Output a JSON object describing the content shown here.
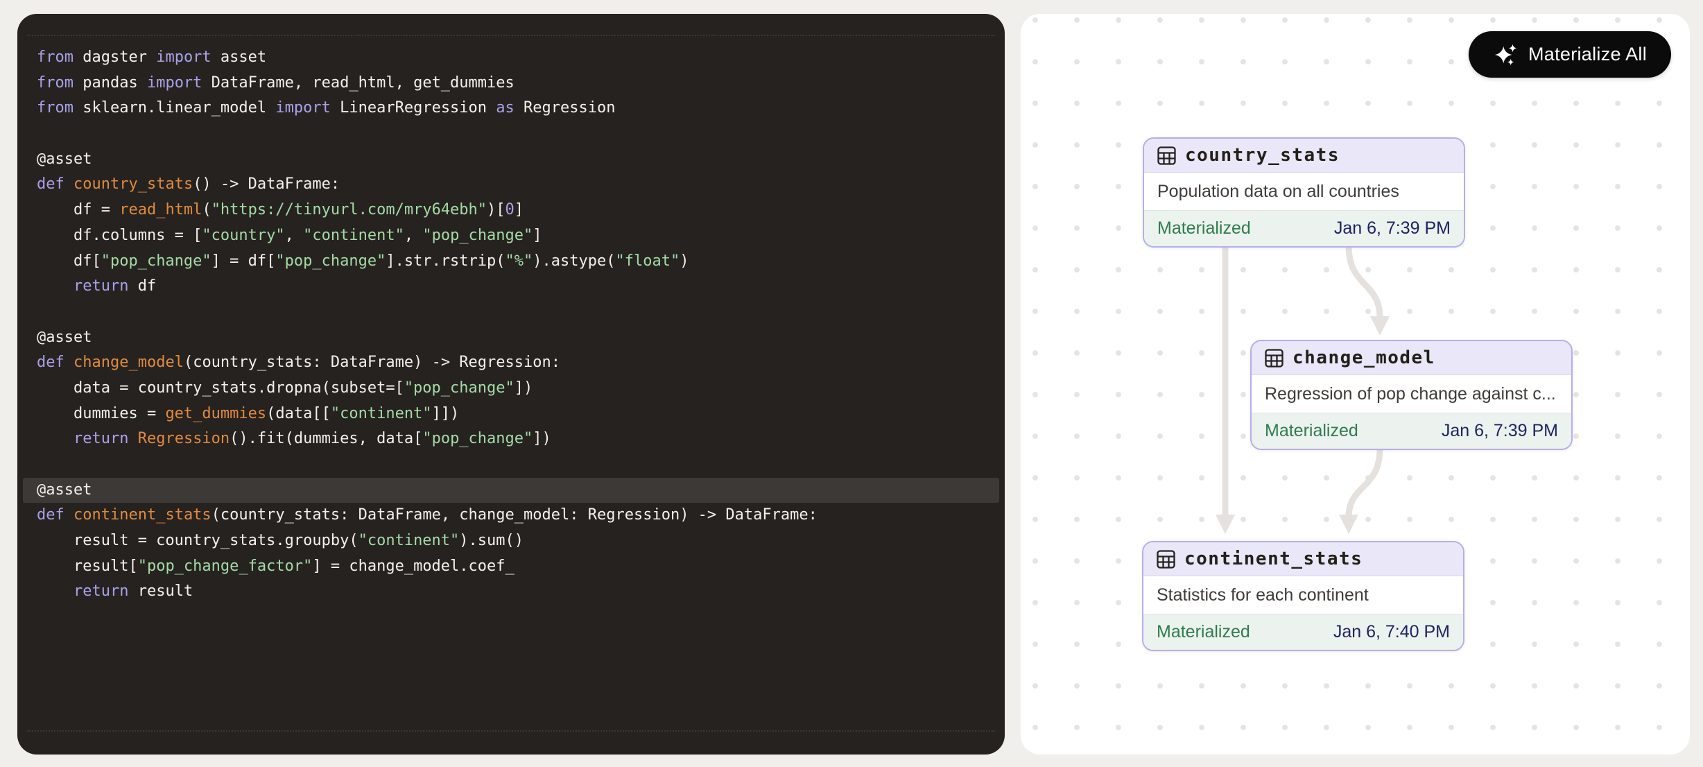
{
  "colors": {
    "page_bg": "#f1efec",
    "code_bg": "#262220",
    "code_default": "#f4f0ec",
    "code_keyword": "#a9a2e9",
    "code_function": "#e08b3e",
    "code_string": "#a4dba6",
    "code_highlight_line_bg": "#3d3936",
    "graph_bg": "#ffffff",
    "graph_dot": "#e6e3e0",
    "edge": "#e4e1de",
    "node_border": "#b6aee9",
    "node_header_bg": "#e9e7f8",
    "node_footer_bg": "#ecf2ed",
    "status_green": "#2e7c4f",
    "timestamp_navy": "#1e2363",
    "button_bg": "#0b0b0c"
  },
  "code_panel": {
    "language": "python",
    "lines": [
      {
        "tokens": [
          {
            "c": "k",
            "t": "from"
          },
          {
            "c": "d",
            "t": " dagster "
          },
          {
            "c": "k",
            "t": "import"
          },
          {
            "c": "d",
            "t": " asset"
          }
        ]
      },
      {
        "tokens": [
          {
            "c": "k",
            "t": "from"
          },
          {
            "c": "d",
            "t": " pandas "
          },
          {
            "c": "k",
            "t": "import"
          },
          {
            "c": "d",
            "t": " DataFrame, read_html, get_dummies"
          }
        ]
      },
      {
        "tokens": [
          {
            "c": "k",
            "t": "from"
          },
          {
            "c": "d",
            "t": " sklearn.linear_model "
          },
          {
            "c": "k",
            "t": "import"
          },
          {
            "c": "d",
            "t": " LinearRegression "
          },
          {
            "c": "k",
            "t": "as"
          },
          {
            "c": "d",
            "t": " Regression"
          }
        ]
      },
      {
        "tokens": []
      },
      {
        "tokens": [
          {
            "c": "d",
            "t": "@asset"
          }
        ]
      },
      {
        "tokens": [
          {
            "c": "k",
            "t": "def"
          },
          {
            "c": "d",
            "t": " "
          },
          {
            "c": "f",
            "t": "country_stats"
          },
          {
            "c": "d",
            "t": "() -> DataFrame:"
          }
        ]
      },
      {
        "tokens": [
          {
            "c": "d",
            "t": "    df = "
          },
          {
            "c": "f",
            "t": "read_html"
          },
          {
            "c": "d",
            "t": "("
          },
          {
            "c": "s",
            "t": "\"https://tinyurl.com/mry64ebh\""
          },
          {
            "c": "d",
            "t": ")["
          },
          {
            "c": "n",
            "t": "0"
          },
          {
            "c": "d",
            "t": "]"
          }
        ]
      },
      {
        "tokens": [
          {
            "c": "d",
            "t": "    df.columns = ["
          },
          {
            "c": "s",
            "t": "\"country\""
          },
          {
            "c": "d",
            "t": ", "
          },
          {
            "c": "s",
            "t": "\"continent\""
          },
          {
            "c": "d",
            "t": ", "
          },
          {
            "c": "s",
            "t": "\"pop_change\""
          },
          {
            "c": "d",
            "t": "]"
          }
        ]
      },
      {
        "tokens": [
          {
            "c": "d",
            "t": "    df["
          },
          {
            "c": "s",
            "t": "\"pop_change\""
          },
          {
            "c": "d",
            "t": "] = df["
          },
          {
            "c": "s",
            "t": "\"pop_change\""
          },
          {
            "c": "d",
            "t": "].str.rstrip("
          },
          {
            "c": "s",
            "t": "\"%\""
          },
          {
            "c": "d",
            "t": ").astype("
          },
          {
            "c": "s",
            "t": "\"float\""
          },
          {
            "c": "d",
            "t": ")"
          }
        ]
      },
      {
        "tokens": [
          {
            "c": "d",
            "t": "    "
          },
          {
            "c": "k",
            "t": "return"
          },
          {
            "c": "d",
            "t": " df"
          }
        ]
      },
      {
        "tokens": []
      },
      {
        "tokens": [
          {
            "c": "d",
            "t": "@asset"
          }
        ]
      },
      {
        "tokens": [
          {
            "c": "k",
            "t": "def"
          },
          {
            "c": "d",
            "t": " "
          },
          {
            "c": "f",
            "t": "change_model"
          },
          {
            "c": "d",
            "t": "(country_stats: DataFrame) -> Regression:"
          }
        ]
      },
      {
        "tokens": [
          {
            "c": "d",
            "t": "    data = country_stats.dropna(subset=["
          },
          {
            "c": "s",
            "t": "\"pop_change\""
          },
          {
            "c": "d",
            "t": "])"
          }
        ]
      },
      {
        "tokens": [
          {
            "c": "d",
            "t": "    dummies = "
          },
          {
            "c": "f",
            "t": "get_dummies"
          },
          {
            "c": "d",
            "t": "(data[["
          },
          {
            "c": "s",
            "t": "\"continent\""
          },
          {
            "c": "d",
            "t": "]])"
          }
        ]
      },
      {
        "tokens": [
          {
            "c": "d",
            "t": "    "
          },
          {
            "c": "k",
            "t": "return"
          },
          {
            "c": "d",
            "t": " "
          },
          {
            "c": "f",
            "t": "Regression"
          },
          {
            "c": "d",
            "t": "().fit(dummies, data["
          },
          {
            "c": "s",
            "t": "\"pop_change\""
          },
          {
            "c": "d",
            "t": "])"
          }
        ]
      },
      {
        "tokens": []
      },
      {
        "tokens": [
          {
            "c": "d",
            "t": "@asset"
          }
        ],
        "highlighted": true
      },
      {
        "tokens": [
          {
            "c": "k",
            "t": "def"
          },
          {
            "c": "d",
            "t": " "
          },
          {
            "c": "f",
            "t": "continent_stats"
          },
          {
            "c": "d",
            "t": "(country_stats: DataFrame, change_model: Regression) -> DataFrame:"
          }
        ]
      },
      {
        "tokens": [
          {
            "c": "d",
            "t": "    result = country_stats.groupby("
          },
          {
            "c": "s",
            "t": "\"continent\""
          },
          {
            "c": "d",
            "t": ").sum()"
          }
        ]
      },
      {
        "tokens": [
          {
            "c": "d",
            "t": "    result["
          },
          {
            "c": "s",
            "t": "\"pop_change_factor\""
          },
          {
            "c": "d",
            "t": "] = change_model.coef_"
          }
        ]
      },
      {
        "tokens": [
          {
            "c": "d",
            "t": "    "
          },
          {
            "c": "k",
            "t": "return"
          },
          {
            "c": "d",
            "t": " result"
          }
        ]
      }
    ]
  },
  "graph_panel": {
    "materialize_button": {
      "label": "Materialize All",
      "icon": "sparkles-icon"
    },
    "nodes": [
      {
        "id": "country_stats",
        "title": "country_stats",
        "description": "Population data on all countries",
        "status": "Materialized",
        "timestamp": "Jan 6, 7:39 PM"
      },
      {
        "id": "change_model",
        "title": "change_model",
        "description": "Regression of pop change against c...",
        "status": "Materialized",
        "timestamp": "Jan 6, 7:39 PM"
      },
      {
        "id": "continent_stats",
        "title": "continent_stats",
        "description": "Statistics for each continent",
        "status": "Materialized",
        "timestamp": "Jan 6, 7:40 PM"
      }
    ],
    "edges": [
      {
        "from": "country_stats",
        "to": "continent_stats"
      },
      {
        "from": "country_stats",
        "to": "change_model"
      },
      {
        "from": "change_model",
        "to": "continent_stats"
      }
    ]
  }
}
